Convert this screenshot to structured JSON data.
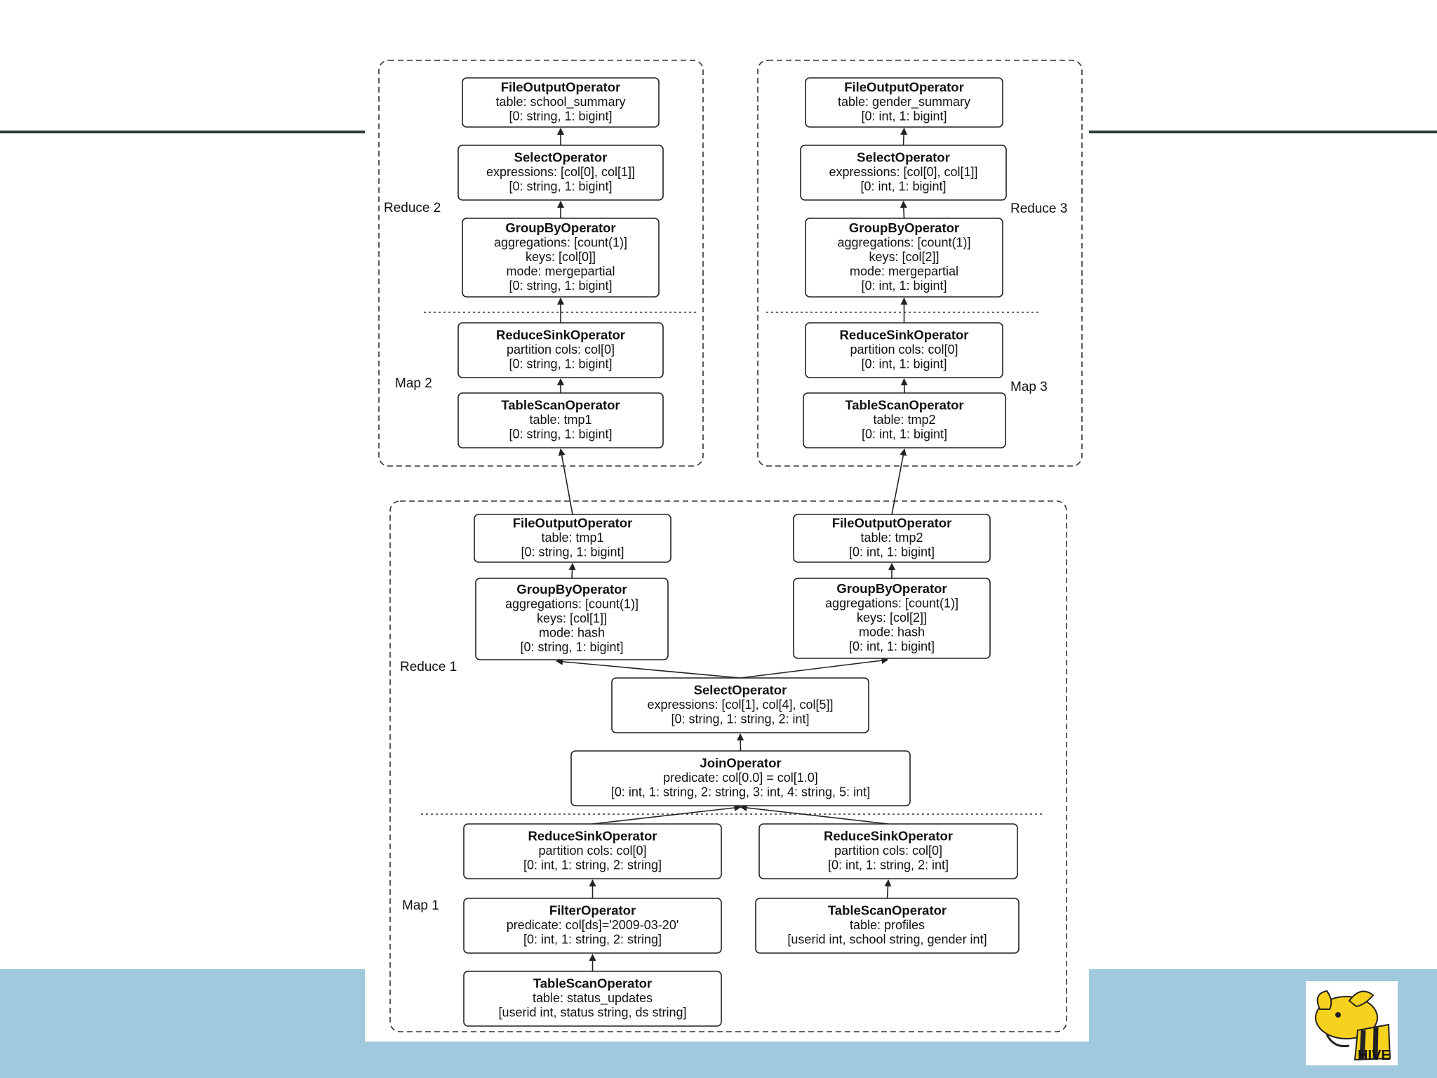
{
  "groups": [
    {
      "id": "job2",
      "upper_label": "Reduce 2",
      "lower_label": "Map 2"
    },
    {
      "id": "job3",
      "upper_label": "Reduce 3",
      "lower_label": "Map  3"
    },
    {
      "id": "job1",
      "upper_label": "Reduce 1",
      "lower_label": "Map 1"
    }
  ],
  "operators": [
    {
      "id": "fo_school",
      "title": "FileOutputOperator",
      "lines": [
        "table: school_summary",
        "[0: string, 1: bigint]"
      ]
    },
    {
      "id": "sel_2",
      "title": "SelectOperator",
      "lines": [
        "expressions: [col[0], col[1]]",
        "[0: string, 1: bigint]"
      ]
    },
    {
      "id": "gb_2",
      "title": "GroupByOperator",
      "lines": [
        "aggregations: [count(1)]",
        "keys: [col[0]]",
        "mode: mergepartial",
        "[0: string, 1: bigint]"
      ]
    },
    {
      "id": "rs_2",
      "title": "ReduceSinkOperator",
      "lines": [
        "partition cols: col[0]",
        "[0: string, 1: bigint]"
      ]
    },
    {
      "id": "ts_tmp1",
      "title": "TableScanOperator",
      "lines": [
        "table: tmp1",
        "[0: string, 1: bigint]"
      ]
    },
    {
      "id": "fo_gender",
      "title": "FileOutputOperator",
      "lines": [
        "table: gender_summary",
        "[0: int, 1: bigint]"
      ]
    },
    {
      "id": "sel_3",
      "title": "SelectOperator",
      "lines": [
        "expressions: [col[0], col[1]]",
        "[0: int, 1: bigint]"
      ]
    },
    {
      "id": "gb_3",
      "title": "GroupByOperator",
      "lines": [
        "aggregations: [count(1)]",
        "keys: [col[2]]",
        "mode: mergepartial",
        "[0: int, 1: bigint]"
      ]
    },
    {
      "id": "rs_3",
      "title": "ReduceSinkOperator",
      "lines": [
        "partition cols: col[0]",
        "[0: int, 1: bigint]"
      ]
    },
    {
      "id": "ts_tmp2",
      "title": "TableScanOperator",
      "lines": [
        "table: tmp2",
        "[0: int, 1: bigint]"
      ]
    },
    {
      "id": "fo_tmp1",
      "title": "FileOutputOperator",
      "lines": [
        "table: tmp1",
        "[0: string, 1: bigint]"
      ]
    },
    {
      "id": "gb_1a",
      "title": "GroupByOperator",
      "lines": [
        "aggregations: [count(1)]",
        "keys: [col[1]]",
        "mode: hash",
        "[0: string, 1: bigint]"
      ]
    },
    {
      "id": "fo_tmp2",
      "title": "FileOutputOperator",
      "lines": [
        "table: tmp2",
        "[0: int, 1: bigint]"
      ]
    },
    {
      "id": "gb_1b",
      "title": "GroupByOperator",
      "lines": [
        "aggregations: [count(1)]",
        "keys: [col[2]]",
        "mode: hash",
        "[0: int, 1: bigint]"
      ]
    },
    {
      "id": "sel_1",
      "title": "SelectOperator",
      "lines": [
        "expressions: [col[1], col[4], col[5]]",
        "[0: string, 1: string, 2: int]"
      ]
    },
    {
      "id": "join",
      "title": "JoinOperator",
      "lines": [
        "predicate: col[0.0] = col[1.0]",
        "[0: int, 1: string, 2: string, 3: int, 4: string, 5: int]"
      ]
    },
    {
      "id": "rs_1a",
      "title": "ReduceSinkOperator",
      "lines": [
        "partition cols: col[0]",
        "[0: int, 1: string, 2: string]"
      ]
    },
    {
      "id": "filter",
      "title": "FilterOperator",
      "lines": [
        "predicate: col[ds]='2009-03-20'",
        "[0: int, 1: string, 2: string]"
      ]
    },
    {
      "id": "ts_status",
      "title": "TableScanOperator",
      "lines": [
        "table: status_updates",
        "[userid int, status string, ds string]"
      ]
    },
    {
      "id": "rs_1b",
      "title": "ReduceSinkOperator",
      "lines": [
        "partition cols: col[0]",
        "[0: int, 1: string, 2: int]"
      ]
    },
    {
      "id": "ts_profiles",
      "title": "TableScanOperator",
      "lines": [
        "table: profiles",
        "[userid int, school string, gender int]"
      ]
    }
  ],
  "edges": [
    {
      "from": "ts_status",
      "to": "filter"
    },
    {
      "from": "filter",
      "to": "rs_1a"
    },
    {
      "from": "ts_profiles",
      "to": "rs_1b"
    },
    {
      "from": "rs_1a",
      "to": "join"
    },
    {
      "from": "rs_1b",
      "to": "join"
    },
    {
      "from": "join",
      "to": "sel_1"
    },
    {
      "from": "sel_1",
      "to": "gb_1a"
    },
    {
      "from": "sel_1",
      "to": "gb_1b"
    },
    {
      "from": "gb_1a",
      "to": "fo_tmp1"
    },
    {
      "from": "gb_1b",
      "to": "fo_tmp2"
    },
    {
      "from": "fo_tmp1",
      "to": "ts_tmp1"
    },
    {
      "from": "fo_tmp2",
      "to": "ts_tmp2"
    },
    {
      "from": "ts_tmp1",
      "to": "rs_2"
    },
    {
      "from": "rs_2",
      "to": "gb_2"
    },
    {
      "from": "gb_2",
      "to": "sel_2"
    },
    {
      "from": "sel_2",
      "to": "fo_school"
    },
    {
      "from": "ts_tmp2",
      "to": "rs_3"
    },
    {
      "from": "rs_3",
      "to": "gb_3"
    },
    {
      "from": "gb_3",
      "to": "sel_3"
    },
    {
      "from": "sel_3",
      "to": "fo_gender"
    }
  ],
  "logo": {
    "text": "HIVE",
    "colors": {
      "body": "#f6d11d",
      "stripe": "#222222",
      "text": "#111111"
    }
  }
}
